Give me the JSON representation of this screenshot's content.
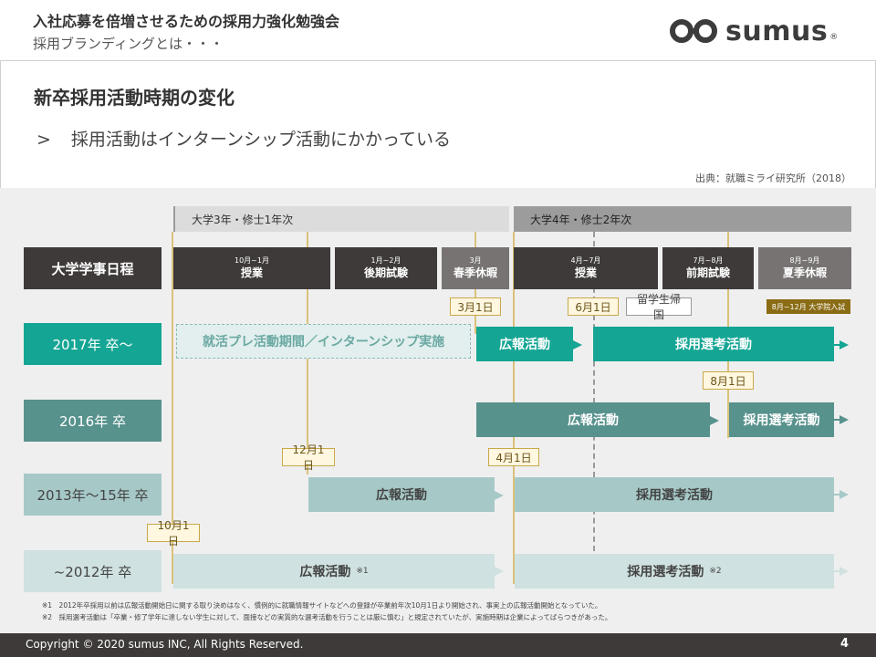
{
  "header": {
    "title": "入社応募を倍増させるための採用力強化勉強会",
    "subtitle": "採用ブランディングとは・・・",
    "logo_text": "sumus",
    "logo_mark": "®"
  },
  "section": {
    "title": "新卒採用活動時期の変化",
    "bullet_marker": ">",
    "bullet": "採用活動はインターンシップ活動にかかっている",
    "source": "出典：就職ミライ研究所（2018）"
  },
  "year_bars": [
    "大学3年・修士1年次",
    "大学4年・修士2年次"
  ],
  "schedule": {
    "label": "大学学事日程",
    "items": [
      {
        "small": "10月~1月",
        "big": "授業"
      },
      {
        "small": "1月~2月",
        "big": "後期試験"
      },
      {
        "small": "3月",
        "big": "春季休暇"
      },
      {
        "small": "4月~7月",
        "big": "授業"
      },
      {
        "small": "7月~8月",
        "big": "前期試験"
      },
      {
        "small": "8月~9月",
        "big": "夏季休暇"
      }
    ]
  },
  "dates": {
    "mar1": "3月1日",
    "jun1": "6月1日",
    "aug1": "8月1日",
    "dec1": "12月1日",
    "apr1": "4月1日",
    "oct1": "10月1日",
    "ryugaku": "留学生帰国",
    "grad_exam": "8月~12月 大学院入試"
  },
  "rows": [
    {
      "label": "2017年 卒〜",
      "pre": "就活プレ活動期間／インターンシップ実施",
      "pr": "広報活動",
      "sel": "採用選考活動"
    },
    {
      "label": "2016年 卒",
      "pr": "広報活動",
      "sel": "採用選考活動"
    },
    {
      "label": "2013年〜15年 卒",
      "pr": "広報活動",
      "sel": "採用選考活動"
    },
    {
      "label": "~2012年 卒",
      "pr": "広報活動",
      "pr_note": "※1",
      "sel": "採用選考活動",
      "sel_note": "※2"
    }
  ],
  "footnotes": [
    "※1　2012年卒採用以前は広報活動開始日に関する取り決めはなく、慣例的に就職情報サイトなどへの登録が卒業前年次10月1日より開始され、事実上の広報活動開始となっていた。",
    "※2　採用選考活動は「卒業・修了学年に達しない学生に対して、面接などの実質的な選考活動を行うことは厳に慎む」と規定されていたが、実施時期は企業によってばらつきがあった。"
  ],
  "footer": {
    "copyright": "Copyright © 2020 sumus INC, All Rights Reserved.",
    "page": "4"
  },
  "colors": {
    "dark": "#3e3a39",
    "teal": "#15a594",
    "teal_mid": "#57928d",
    "teal_light": "#a6c9c7",
    "teal_pale": "#cfe1e0",
    "gold": "#c9a84a"
  }
}
